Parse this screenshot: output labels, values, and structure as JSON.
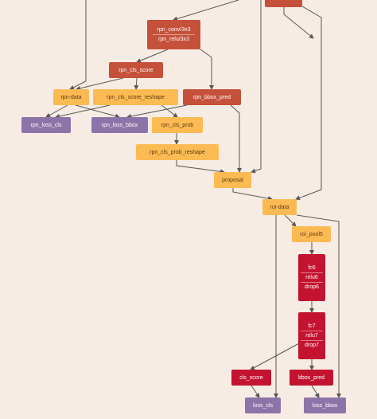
{
  "nodes": {
    "rpn_conv": [
      "rpn_conv/3x3",
      "rpn_relu/3x3"
    ],
    "rpn_cls_score": "rpn_cls_score",
    "rpn_data": "rpn-data",
    "rpn_cls_score_reshape": "rpn_cls_score_reshape",
    "rpn_bbox_pred": "rpn_bbox_pred",
    "rpn_loss_cls": "rpn_loss_cls",
    "rpn_loss_bbox": "rpn_loss_bbox",
    "rpn_cls_prob": "rpn_cls_prob",
    "rpn_cls_prob_reshape": "rpn_cls_prob_reshape",
    "proposal": "proposal",
    "roi_data": "roi-data",
    "roi_pool5": "roi_pool5",
    "fc6": [
      "fc6",
      "relu6",
      "drop6"
    ],
    "fc7": [
      "fc7",
      "relu7",
      "drop7"
    ],
    "cls_score": "cls_score",
    "bbox_pred": "bbox_pred",
    "loss_cls": "loss_cls",
    "loss_bbox": "loss_bbox"
  },
  "colors": {
    "background": "#f7ece4",
    "conv_relu": "#c5513a",
    "data_reshape": "#fcba53",
    "loss": "#8d74a8",
    "fully_connected": "#c41330",
    "edge": "#555555"
  }
}
